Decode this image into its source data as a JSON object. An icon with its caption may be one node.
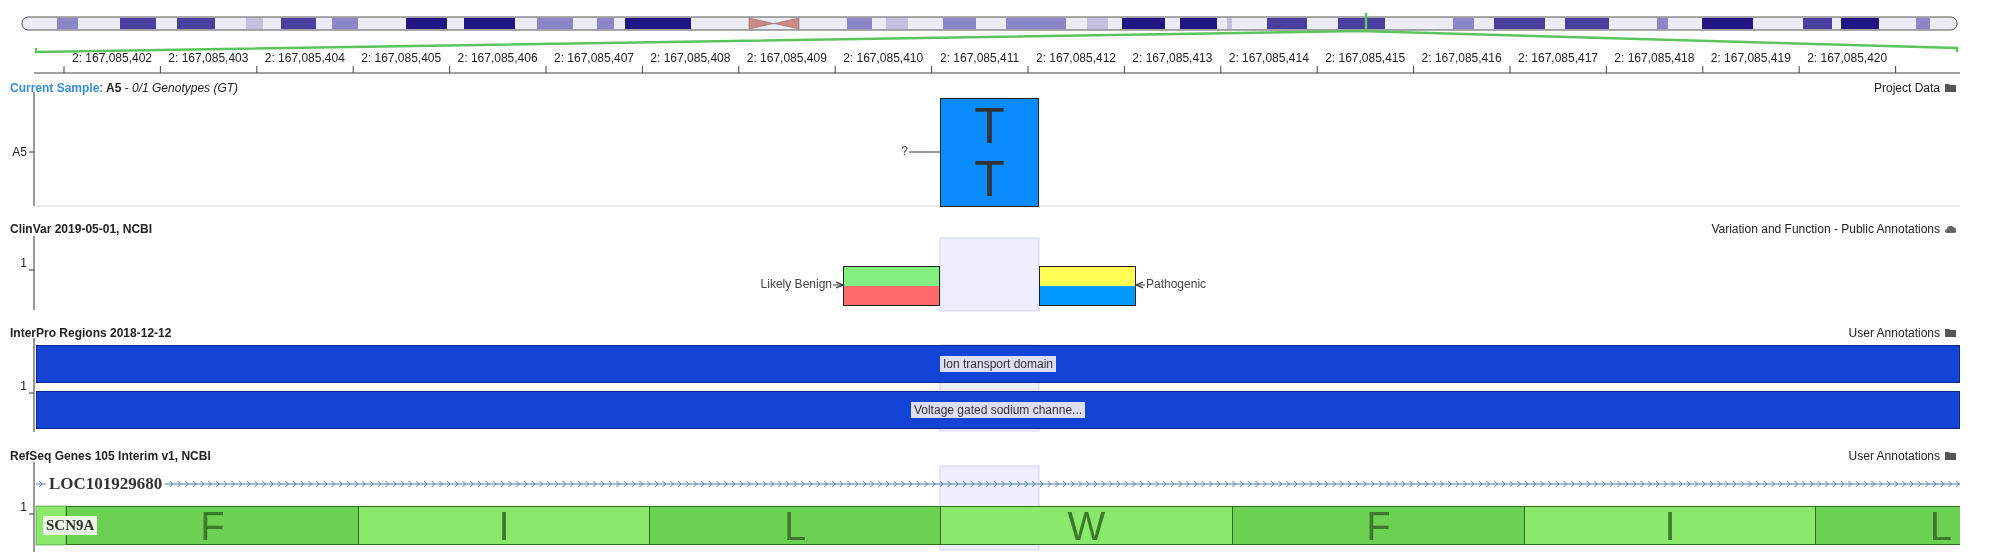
{
  "diagram": {
    "nodes": [
      {
        "text": [
          "T",
          "T"
        ]
      },
      {
        "text": [
          "?"
        ]
      },
      {
        "text": [],
        "shape": "box"
      },
      {
        "text": [],
        "shape": "box"
      },
      {
        "text": [
          "Likely Benign"
        ]
      },
      {
        "text": [
          "Pathogenic"
        ]
      },
      {
        "text": [
          "Ion transport domain"
        ]
      },
      {
        "text": [
          "Voltage gated sodium channe..."
        ]
      },
      {
        "text": [
          "LOC101929680"
        ]
      },
      {
        "text": [
          "F"
        ]
      },
      {
        "text": [
          "I"
        ]
      },
      {
        "text": [
          "L"
        ]
      },
      {
        "text": [
          "W"
        ]
      },
      {
        "text": [
          "F"
        ]
      },
      {
        "text": [
          "I"
        ]
      },
      {
        "text": [
          "L"
        ]
      }
    ],
    "edges": [
      {
        "from": 1,
        "to": 0,
        "arrow": "none"
      },
      {
        "from": 4,
        "to": 2,
        "arrow": "to"
      },
      {
        "from": 5,
        "to": 3,
        "arrow": "to"
      }
    ],
    "labels": [
      "2: 167,085,402",
      "2: 167,085,403",
      "2: 167,085,404",
      "2: 167,085,405",
      "2: 167,085,406",
      "2: 167,085,407",
      "2: 167,085,408",
      "2: 167,085,409",
      "2: 167,085,410",
      "2: 167,085,411",
      "2: 167,085,412",
      "2: 167,085,413",
      "2: 167,085,414",
      "2: 167,085,415",
      "2: 167,085,416",
      "2: 167,085,417",
      "2: 167,085,418",
      "2: 167,085,419",
      "2: 167,085,420",
      "Current Sample:",
      "**A5** - *0/1 Genotypes (GT)*",
      "Project Data",
      "A5",
      "ClinVar 2019-05-01, NCBI",
      "Variation and Function - Public Annotations",
      "1",
      "InterPro Regions 2018-12-12",
      "User Annotations",
      "1",
      "RefSeq Genes 105 Interim v1, NCBI",
      "User Annotations",
      "1",
      "SCN9A"
    ]
  }
}
